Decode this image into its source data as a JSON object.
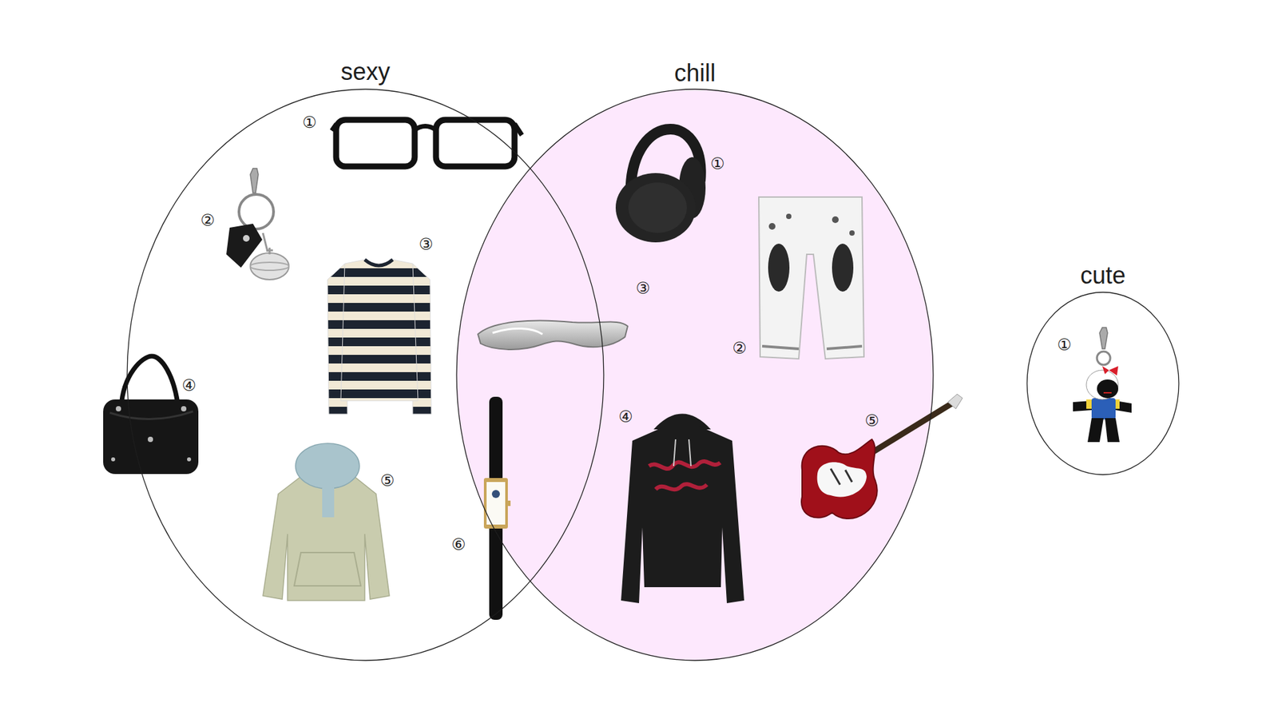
{
  "diagram": {
    "nodes": [
      {
        "text": [
          "sexy"
        ]
      },
      {
        "text": [
          "chill"
        ]
      },
      {
        "text": [
          "cute"
        ]
      }
    ],
    "labels": [
      "①",
      "②",
      "③",
      "④",
      "⑤",
      "⑥",
      "①",
      "③",
      "②",
      "④",
      "⑤",
      "①"
    ]
  }
}
